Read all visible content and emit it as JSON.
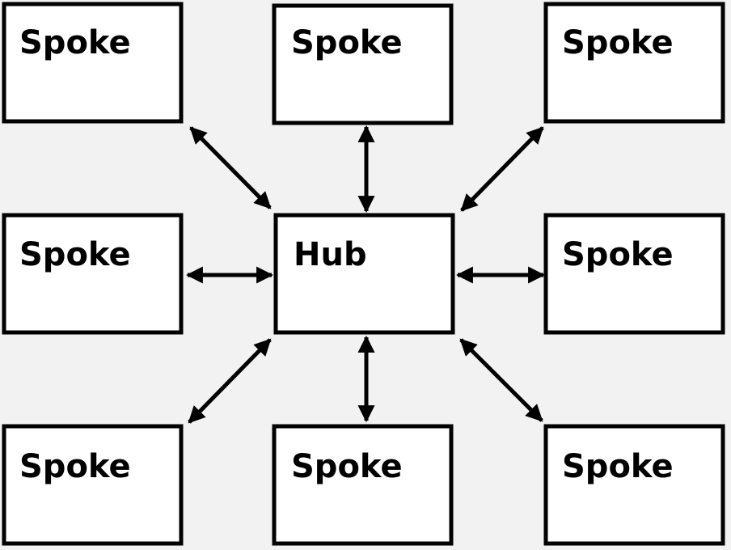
{
  "diagram": {
    "hub": {
      "label": "Hub"
    },
    "spokes": [
      {
        "id": "top-left",
        "label": "Spoke"
      },
      {
        "id": "top-center",
        "label": "Spoke"
      },
      {
        "id": "top-right",
        "label": "Spoke"
      },
      {
        "id": "middle-left",
        "label": "Spoke"
      },
      {
        "id": "middle-right",
        "label": "Spoke"
      },
      {
        "id": "bottom-left",
        "label": "Spoke"
      },
      {
        "id": "bottom-center",
        "label": "Spoke"
      },
      {
        "id": "bottom-right",
        "label": "Spoke"
      }
    ],
    "connections": [
      {
        "from": "hub",
        "to": "top-left",
        "direction": "bidirectional"
      },
      {
        "from": "hub",
        "to": "top-center",
        "direction": "bidirectional"
      },
      {
        "from": "hub",
        "to": "top-right",
        "direction": "bidirectional"
      },
      {
        "from": "hub",
        "to": "middle-left",
        "direction": "bidirectional"
      },
      {
        "from": "hub",
        "to": "middle-right",
        "direction": "bidirectional"
      },
      {
        "from": "hub",
        "to": "bottom-left",
        "direction": "bidirectional"
      },
      {
        "from": "hub",
        "to": "bottom-center",
        "direction": "bidirectional"
      },
      {
        "from": "hub",
        "to": "bottom-right",
        "direction": "bidirectional"
      }
    ],
    "colors": {
      "background": "#f2f2f2",
      "box_fill": "#ffffff",
      "stroke": "#000000"
    }
  }
}
